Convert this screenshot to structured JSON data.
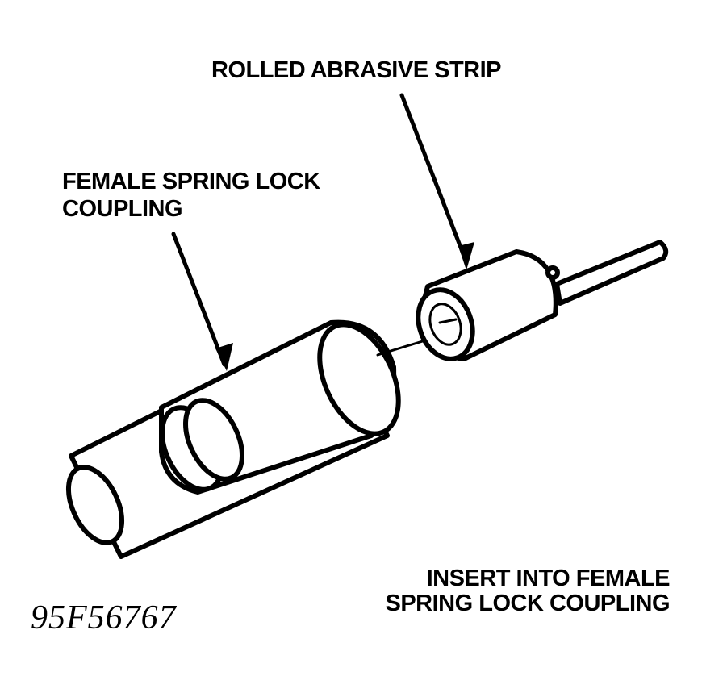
{
  "labels": {
    "abrasive_strip": "ROLLED ABRASIVE STRIP",
    "female_coupling_line1": "FEMALE SPRING LOCK",
    "female_coupling_line2": "COUPLING",
    "instruction_line1": "INSERT INTO FEMALE",
    "instruction_line2": "SPRING LOCK COUPLING"
  },
  "figure_id": "95F56767"
}
